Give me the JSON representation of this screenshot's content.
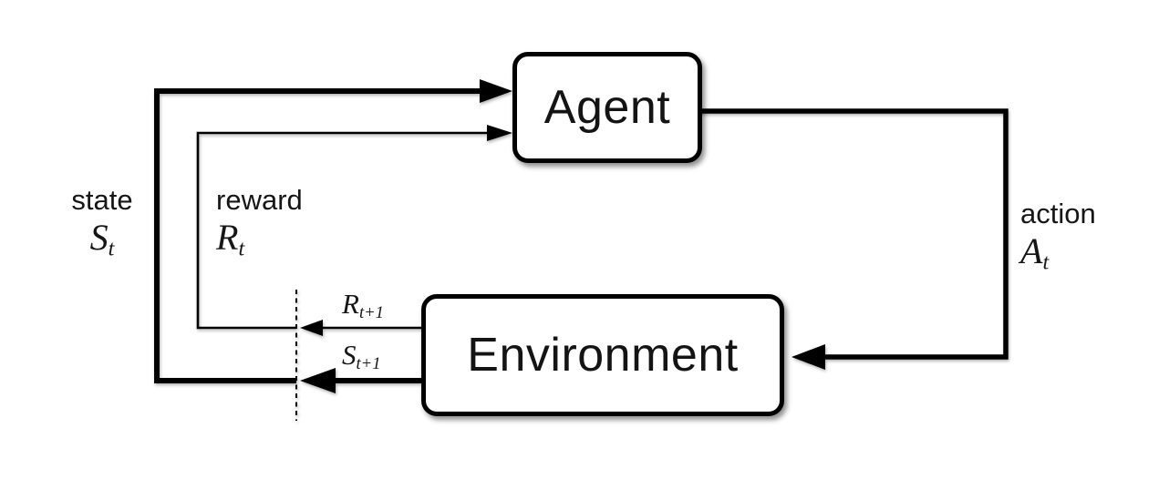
{
  "diagram": {
    "title_hint": "agent-environment-interaction-loop",
    "agent": {
      "label": "Agent"
    },
    "environment": {
      "label": "Environment"
    },
    "labels": {
      "state": {
        "word": "state",
        "symbol": "S",
        "subscript": "t"
      },
      "reward": {
        "word": "reward",
        "symbol": "R",
        "subscript": "t"
      },
      "action": {
        "word": "action",
        "symbol": "A",
        "subscript": "t"
      },
      "next_reward": {
        "symbol": "R",
        "subscript": "t+1"
      },
      "next_state": {
        "symbol": "S",
        "subscript": "t+1"
      }
    },
    "colors": {
      "line": "#000000",
      "box_border": "#000000",
      "box_fill": "#ffffff",
      "text": "#161616",
      "background": "#ffffff"
    }
  }
}
